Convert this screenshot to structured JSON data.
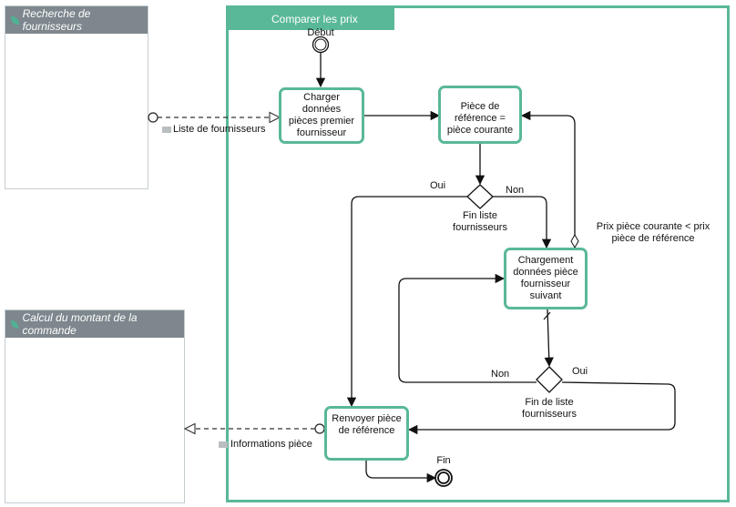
{
  "pools": {
    "supplier_search": "Recherche de fournisseurs",
    "order_amount": "Calcul du montant de la commande",
    "compare_prices": "Comparer les prix"
  },
  "tasks": {
    "load_first": "Charger données\npièces premier\nfournisseur",
    "reference_piece": "Pièce de\nréférence =\npièce courante",
    "load_next": "Chargement\ndonnées pièce\nfournisseur\nsuivant",
    "return_reference": "Renvoyer pièce\nde référence"
  },
  "events": {
    "start": "Début",
    "end": "Fin"
  },
  "gateways": {
    "end_list_1": "Fin liste\nfournisseurs",
    "end_list_2": "Fin de liste\nfournisseurs"
  },
  "flow_labels": {
    "oui_1": "Oui",
    "non_1": "Non",
    "non_2": "Non",
    "oui_2": "Oui",
    "condition": "Prix pièce courante < prix\npièce de référence"
  },
  "messages": {
    "supplier_list": "Liste de fournisseurs",
    "piece_info": "Informations pièce"
  },
  "colors": {
    "accent": "#59b897",
    "pool_header": "#7d878d"
  }
}
